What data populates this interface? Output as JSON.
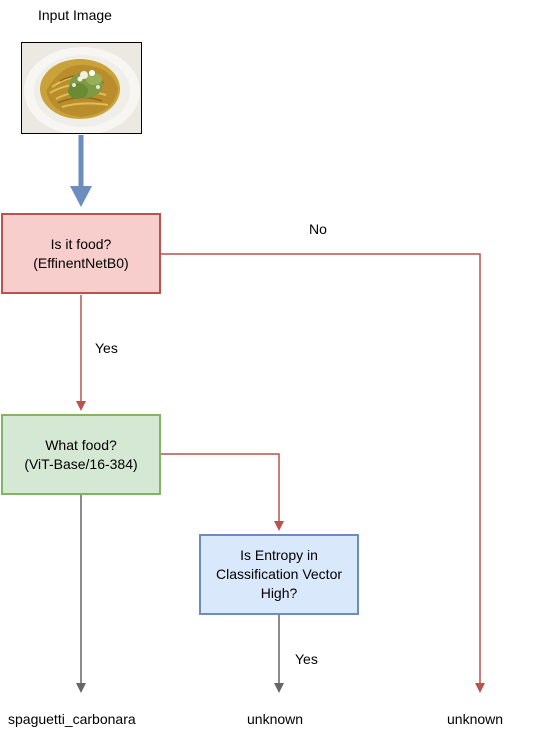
{
  "input_title": "Input Image",
  "nodes": {
    "food_check": {
      "line1": "Is it food?",
      "line2": "(EffinentNetB0)"
    },
    "what_food": {
      "line1": "What food?",
      "line2": "(ViT-Base/16-384)"
    },
    "entropy": {
      "line1": "Is Entropy in",
      "line2": "Classification Vector",
      "line3": "High?"
    }
  },
  "edges": {
    "no": "No",
    "yes_food": "Yes",
    "yes_entropy": "Yes"
  },
  "outputs": {
    "left": "spaguetti_carbonara",
    "middle": "unknown",
    "right": "unknown"
  },
  "colors": {
    "red_fill": "#f8cecc",
    "red_stroke": "#b85450",
    "green_fill": "#d5e8d4",
    "green_stroke": "#82b366",
    "blue_fill": "#dae8fc",
    "blue_stroke": "#6c8ebf",
    "gray_arrow": "#666666"
  }
}
